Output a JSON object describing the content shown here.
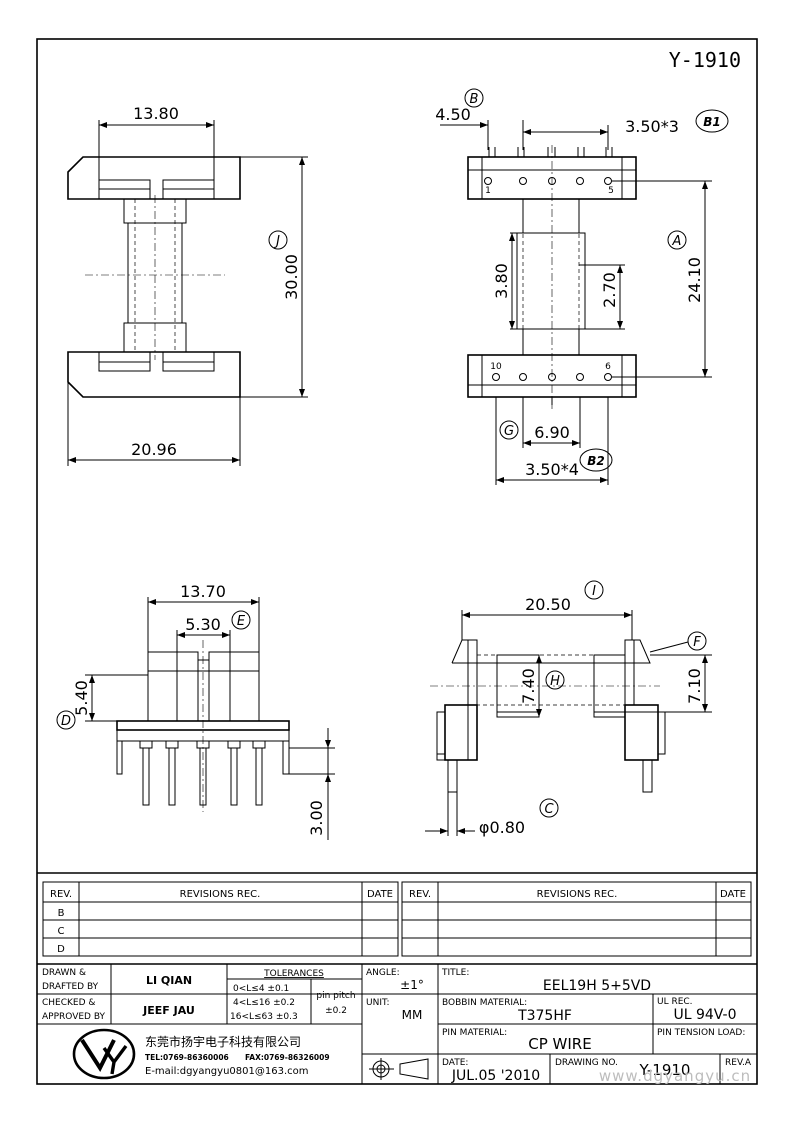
{
  "drawing_id": "Y-1910",
  "dimensions": {
    "d_13_80": "13.80",
    "d_30_00": "30.00",
    "d_20_96": "20.96",
    "d_4_50": "4.50",
    "d_3_50x3": "3.50*3",
    "d_24_10": "24.10",
    "d_3_80": "3.80",
    "d_2_70": "2.70",
    "d_6_90": "6.90",
    "d_3_50x4": "3.50*4",
    "d_13_70": "13.70",
    "d_5_30": "5.30",
    "d_5_40": "5.40",
    "d_3_00": "3.00",
    "d_20_50": "20.50",
    "d_7_40": "7.40",
    "d_7_10": "7.10",
    "d_phi_0_80": "φ0.80"
  },
  "callouts": {
    "A": "A",
    "B": "B",
    "B1": "B1",
    "B2": "B2",
    "C": "C",
    "D": "D",
    "E": "E",
    "F": "F",
    "G": "G",
    "H": "H",
    "I": "I",
    "J": "J"
  },
  "pin_numbers": {
    "top_left": "1",
    "top_right": "5",
    "bottom_left": "10",
    "bottom_right": "6"
  },
  "revisions": {
    "rev_header": "REV.",
    "rec_header": "REVISIONS   REC.",
    "date_header": "DATE",
    "rows": [
      "B",
      "C",
      "D"
    ]
  },
  "title_block": {
    "drawn_label_1": "DRAWN  &",
    "drawn_label_2": "DRAFTED  BY",
    "drawn_name": "LI QIAN",
    "checked_label_1": "CHECKED  &",
    "checked_label_2": "APPROVED  BY",
    "checked_name": "JEEF JAU",
    "tolerances_label": "TOLERANCES",
    "tol_1": "0<L≤4   ±0.1",
    "tol_2": "4<L≤16  ±0.2",
    "tol_3": "16<L≤63 ±0.3",
    "pin_pitch_label": "pin pitch",
    "pin_pitch_value": "±0.2",
    "angle_label": "ANGLE:",
    "angle_value": "±1°",
    "unit_label": "UNIT:",
    "unit_value": "MM",
    "title_label": "TITLE:",
    "title_value": "EEL19H  5+5VD",
    "bobbin_label": "BOBBIN  MATERIAL:",
    "bobbin_value": "T375HF",
    "ul_label": "UL  REC.",
    "ul_value": "UL  94V-0",
    "pin_material_label": "PIN  MATERIAL:",
    "pin_material_value": "CP  WIRE",
    "pin_tension_label": "PIN  TENSION  LOAD:",
    "date_label": "DATE:",
    "date_value": "JUL.05  '2010",
    "drawing_no_label": "DRAWING  NO.",
    "drawing_no_value": "Y-1910",
    "rev_label": "REV.A",
    "company_name": "东莞市扬宇电子科技有限公司",
    "tel": "TEL:0769-86360006",
    "fax": "FAX:0769-86326009",
    "email": "E-mail:dgyangyu0801@163.com",
    "watermark": "www.dgyangyu.cn"
  }
}
